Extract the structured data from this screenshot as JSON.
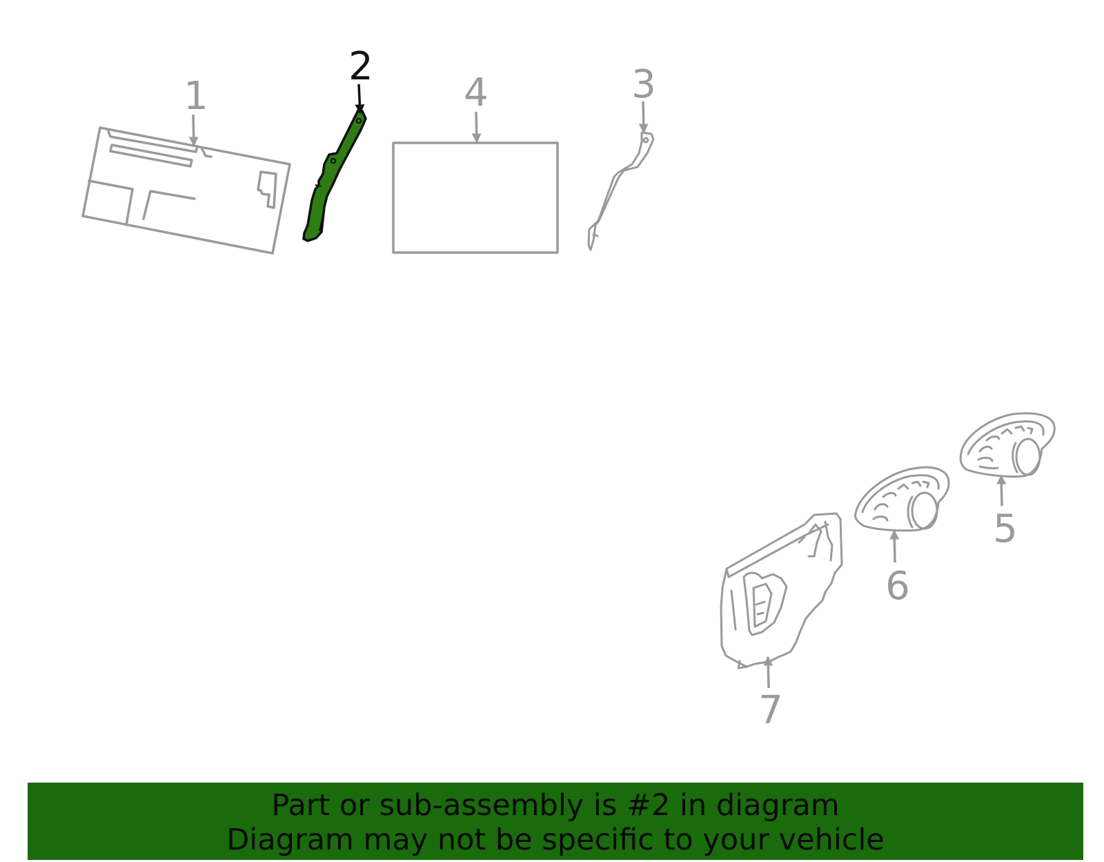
{
  "colors": {
    "inactive": "#9a9a9a",
    "highlight_fill": "#2e7d14",
    "highlight_stroke": "#111111",
    "banner_bg": "#1a6b0c",
    "banner_text": "#0a0a0a"
  },
  "callouts": {
    "part_1": "1",
    "part_2": "2",
    "part_3": "3",
    "part_4": "4",
    "part_5": "5",
    "part_6": "6",
    "part_7": "7"
  },
  "highlighted_part": "2",
  "banner": {
    "line1": "Part or sub-assembly is #2 in diagram",
    "line2": "Diagram may not be specific to your vehicle"
  }
}
